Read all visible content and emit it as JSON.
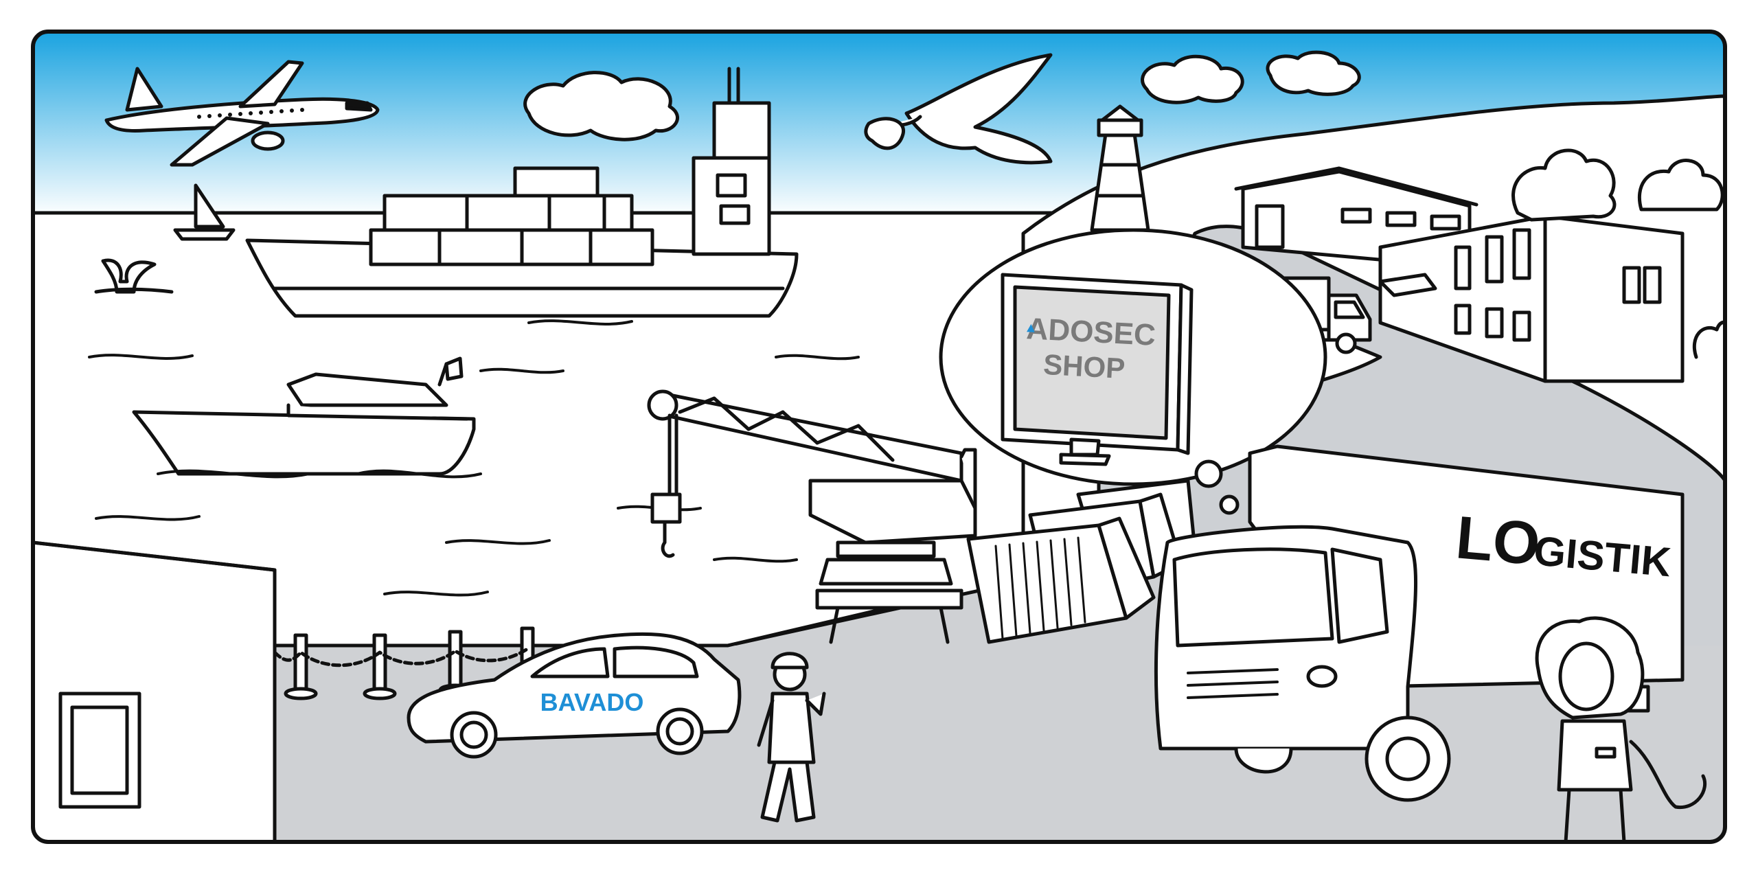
{
  "illustration": {
    "monitor_brand": "ADOSEC",
    "monitor_subtitle": "SHOP",
    "truck_label_big": "LO",
    "truck_label_rest": "GISTIK",
    "car_label": "BAVADO"
  },
  "colors": {
    "sky_top": "#1aa3e0",
    "sky_bottom": "#ffffff",
    "ground": "#cfd1d4",
    "road": "#cdd0d4",
    "outline": "#111111",
    "brand_blue": "#1e8fd6",
    "screen_grey": "#dddddd",
    "text_grey": "#7a7a7a"
  },
  "icons": [
    "airplane-icon",
    "cloud-icon",
    "seagull-icon",
    "lighthouse-icon",
    "sailboat-icon",
    "whale-tail-icon",
    "container-ship-icon",
    "yacht-icon",
    "crane-icon",
    "shipping-container-icon",
    "warehouse-icon",
    "office-building-icon",
    "small-truck-icon",
    "logistics-truck-icon",
    "lion-mascot-icon",
    "worker-icon",
    "car-icon",
    "padlock-icon",
    "bollard-icon",
    "tree-icon",
    "monitor-icon"
  ]
}
